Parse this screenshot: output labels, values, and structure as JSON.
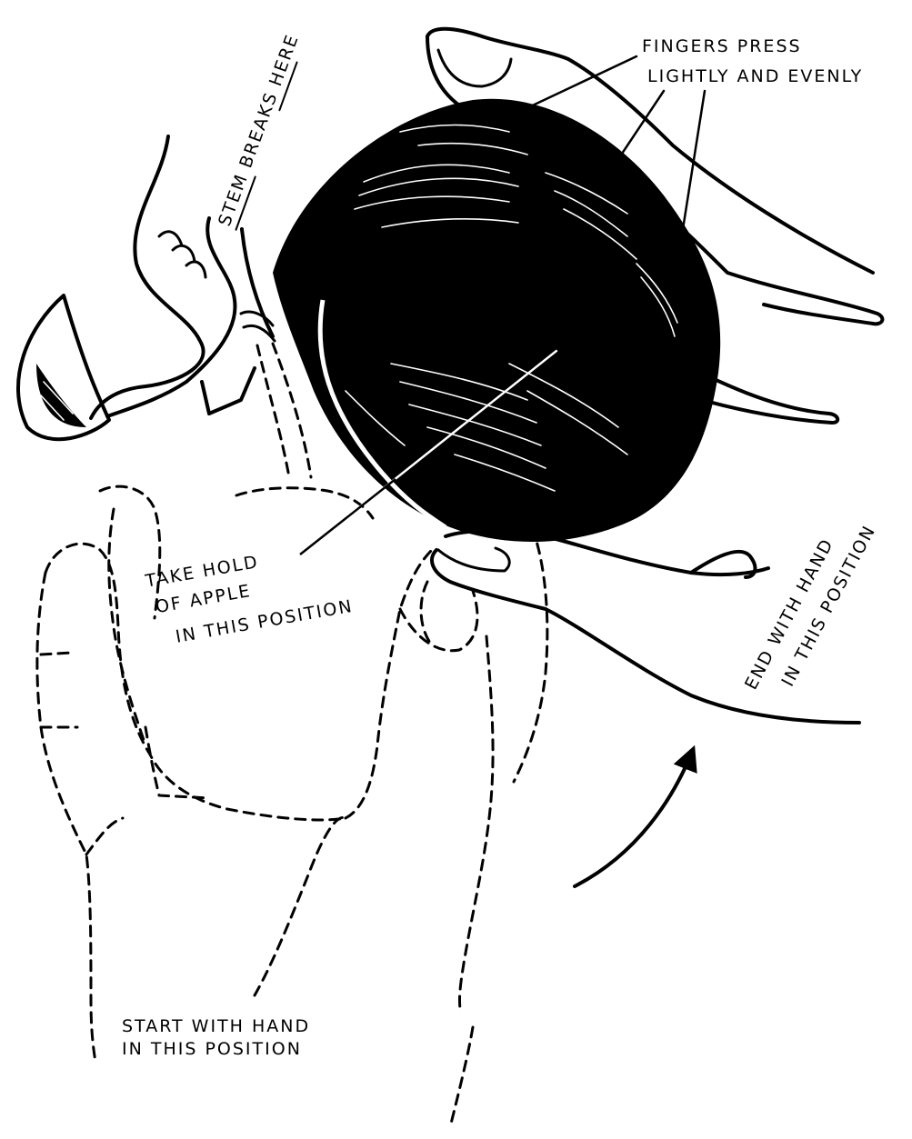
{
  "labels": {
    "stem_breaks": "STEM BREAKS HERE",
    "fingers_press_1": "FINGERS PRESS",
    "fingers_press_2": "LIGHTLY AND EVENLY",
    "take_hold_1": "TAKE HOLD",
    "take_hold_2": "OF APPLE",
    "take_hold_3": "IN THIS POSITION",
    "end_with_1": "END WITH HAND",
    "end_with_2": "IN THIS POSITION",
    "start_with_1": "START WITH HAND",
    "start_with_2": "IN THIS POSITION"
  },
  "colors": {
    "ink": "#000000",
    "paper": "#ffffff"
  }
}
